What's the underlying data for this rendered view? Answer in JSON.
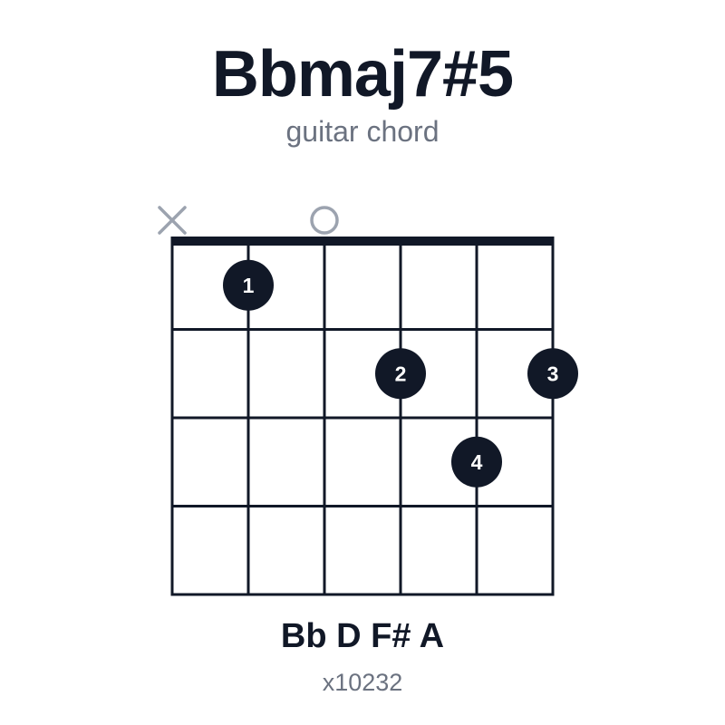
{
  "chord": {
    "name": "Bbmaj7#5",
    "subtitle": "guitar chord",
    "notes": "Bb D F# A",
    "fingering": "x10232"
  },
  "diagram": {
    "strings": 6,
    "frets_shown": 4,
    "string_markers": [
      {
        "string": 1,
        "marker": "muted"
      },
      {
        "string": 3,
        "marker": "open"
      }
    ],
    "fingers": [
      {
        "string": 2,
        "fret": 1,
        "label": "1"
      },
      {
        "string": 4,
        "fret": 2,
        "label": "2"
      },
      {
        "string": 6,
        "fret": 2,
        "label": "3"
      },
      {
        "string": 5,
        "fret": 3,
        "label": "4"
      }
    ]
  },
  "colors": {
    "primary": "#111827",
    "muted": "#9ca3af",
    "subtitle": "#6b7280",
    "dot_text": "#ffffff"
  }
}
